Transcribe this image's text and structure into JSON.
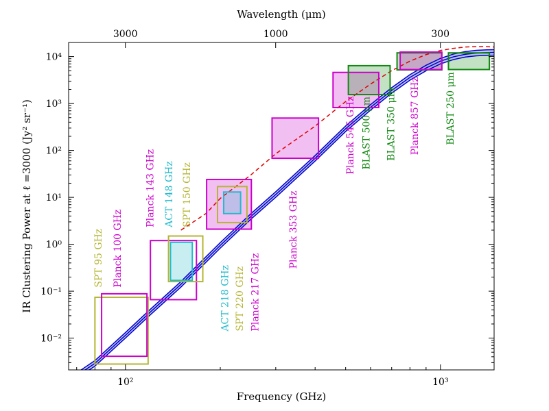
{
  "chart_data": {
    "type": "scatter",
    "xlabel": "Frequency (GHz)",
    "ylabel": "IR Clustering Power at ℓ =3000  (Jy² sr⁻¹)",
    "top_xlabel": "Wavelength (μm)",
    "xscale": "log",
    "yscale": "log",
    "xlim": [
      66,
      1480
    ],
    "ylim": [
      0.0021,
      20000
    ],
    "x_ticks": [
      100,
      1000
    ],
    "x_tick_labels": [
      "10²",
      "10³"
    ],
    "y_ticks": [
      0.01,
      0.1,
      1,
      10,
      100,
      1000,
      10000
    ],
    "y_tick_labels": [
      "10⁻²",
      "10⁻¹",
      "10⁰",
      "10¹",
      "10²",
      "10³",
      "10⁴"
    ],
    "top_ticks": [
      {
        "label": "3000",
        "value": 3000
      },
      {
        "label": "1000",
        "value": 1000
      },
      {
        "label": "300",
        "value": 300
      }
    ],
    "colors": {
      "planck": "#cc00cc",
      "spt": "#b5b533",
      "act": "#22bbcc",
      "blast": "#118811",
      "model": "#0000cc",
      "dashed": "#dd0000"
    },
    "boxes": [
      {
        "instrument": "spt",
        "x": [
          80,
          118
        ],
        "y": [
          0.0028,
          0.074
        ],
        "fill": false
      },
      {
        "instrument": "planck",
        "x": [
          84,
          117
        ],
        "y": [
          0.0041,
          0.088
        ],
        "fill": false
      },
      {
        "instrument": "planck",
        "x": [
          120,
          168
        ],
        "y": [
          0.066,
          1.2
        ],
        "fill": false
      },
      {
        "instrument": "spt",
        "x": [
          137,
          176
        ],
        "y": [
          0.16,
          1.5
        ],
        "fill": false
      },
      {
        "instrument": "act",
        "x": [
          139,
          163
        ],
        "y": [
          0.17,
          1.1
        ],
        "fill": true
      },
      {
        "instrument": "planck",
        "x": [
          181,
          251
        ],
        "y": [
          2.1,
          24
        ],
        "fill": true
      },
      {
        "instrument": "spt",
        "x": [
          196,
          243
        ],
        "y": [
          2.9,
          17
        ],
        "fill": false
      },
      {
        "instrument": "act",
        "x": [
          205,
          232
        ],
        "y": [
          4.5,
          13
        ],
        "fill": true
      },
      {
        "instrument": "planck",
        "x": [
          292,
          410
        ],
        "y": [
          68,
          490
        ],
        "fill": true
      },
      {
        "instrument": "planck",
        "x": [
          456,
          637
        ],
        "y": [
          820,
          4600
        ],
        "fill": true
      },
      {
        "instrument": "blast",
        "x": [
          510,
          692
        ],
        "y": [
          1550,
          6400
        ],
        "fill": true
      },
      {
        "instrument": "blast",
        "x": [
          728,
          1010
        ],
        "y": [
          5200,
          12000
        ],
        "fill": true
      },
      {
        "instrument": "planck",
        "x": [
          745,
          1010
        ],
        "y": [
          5300,
          12500
        ],
        "fill": true
      },
      {
        "instrument": "blast",
        "x": [
          1060,
          1430
        ],
        "y": [
          5300,
          12000
        ],
        "fill": true
      }
    ],
    "model_band": [
      [
        72,
        0.0018
      ],
      [
        80,
        0.0029
      ],
      [
        100,
        0.0115
      ],
      [
        120,
        0.036
      ],
      [
        150,
        0.14
      ],
      [
        200,
        0.95
      ],
      [
        250,
        3.9
      ],
      [
        300,
        11.5
      ],
      [
        400,
        68
      ],
      [
        500,
        290
      ],
      [
        600,
        830
      ],
      [
        700,
        1900
      ],
      [
        800,
        3600
      ],
      [
        900,
        5700
      ],
      [
        1000,
        8000
      ],
      [
        1100,
        9900
      ],
      [
        1200,
        11200
      ],
      [
        1300,
        11900
      ],
      [
        1400,
        12200
      ],
      [
        1480,
        12300
      ]
    ],
    "dashed_curve": [
      [
        150,
        2.0
      ],
      [
        180,
        4.5
      ],
      [
        200,
        9.5
      ],
      [
        250,
        30
      ],
      [
        300,
        85
      ],
      [
        400,
        330
      ],
      [
        500,
        1100
      ],
      [
        600,
        2600
      ],
      [
        700,
        5000
      ],
      [
        800,
        8000
      ],
      [
        900,
        11000
      ],
      [
        1000,
        13500
      ],
      [
        1100,
        15000
      ],
      [
        1200,
        16000
      ],
      [
        1300,
        16300
      ],
      [
        1400,
        16300
      ],
      [
        1480,
        16000
      ]
    ],
    "labels": [
      {
        "text": "SPT 95 GHz",
        "instrument": "spt",
        "freq": 80,
        "val": 0.12
      },
      {
        "text": "Planck 100 GHz",
        "instrument": "planck",
        "freq": 92,
        "val": 0.12
      },
      {
        "text": "Planck 143 GHz",
        "instrument": "planck",
        "freq": 117,
        "val": 2.3
      },
      {
        "text": "ACT 148 GHz",
        "instrument": "act",
        "freq": 134,
        "val": 2.3
      },
      {
        "text": "SPT 150 GHz",
        "instrument": "spt",
        "freq": 153,
        "val": 2.3
      },
      {
        "text": "ACT 218 GHz",
        "instrument": "act",
        "freq": 202,
        "val": 0.014
      },
      {
        "text": "SPT 220 GHz",
        "instrument": "spt",
        "freq": 225,
        "val": 0.014
      },
      {
        "text": "Planck 217 GHz",
        "instrument": "planck",
        "freq": 252,
        "val": 0.014
      },
      {
        "text": "Planck 353 GHz",
        "instrument": "planck",
        "freq": 333,
        "val": 0.3
      },
      {
        "text": "Planck 545 GHz",
        "instrument": "planck",
        "freq": 505,
        "val": 31
      },
      {
        "text": "BLAST 500 μm",
        "instrument": "blast",
        "freq": 568,
        "val": 39
      },
      {
        "text": "BLAST 350 μm",
        "instrument": "blast",
        "freq": 680,
        "val": 60
      },
      {
        "text": "Planck 857 GHz",
        "instrument": "planck",
        "freq": 808,
        "val": 80
      },
      {
        "text": "BLAST 250 μm",
        "instrument": "blast",
        "freq": 1050,
        "val": 130
      }
    ]
  }
}
